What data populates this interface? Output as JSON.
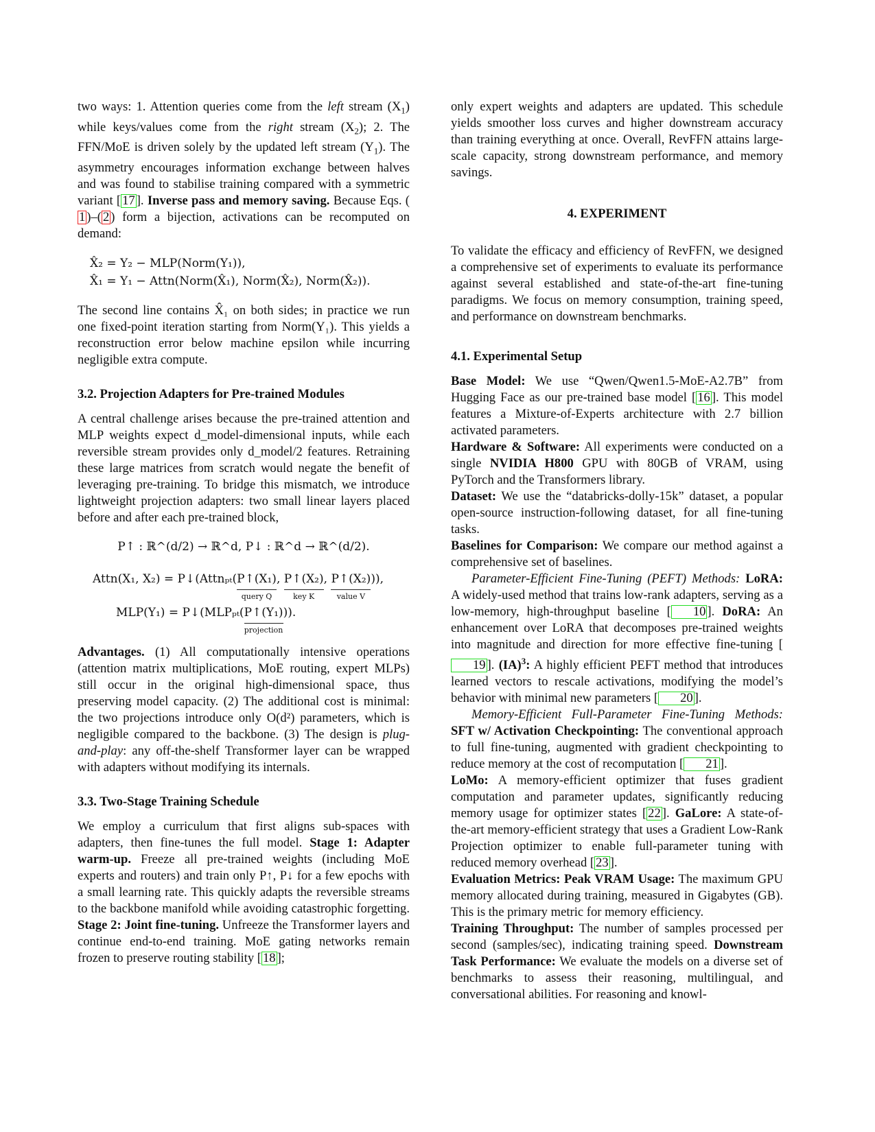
{
  "left_column": {
    "p1_a": "two ways: 1. Attention queries come from the ",
    "p1_left": "left",
    "p1_b": " stream (X",
    "p1_c": ") while keys/values come from the ",
    "p1_right": "right",
    "p1_d": " stream (X",
    "p1_e": "); 2. The FFN/MoE is driven solely by the updated left stream (Y",
    "p1_f": "). The asymmetry encourages information exchange between halves and was found to stabilise training compared with a symmetric variant [",
    "p1_cite": "17",
    "p1_g": "]. ",
    "p1_bold": "Inverse pass and memory saving.",
    "p1_h": " Because Eqs. (",
    "p1_eq1": "1",
    "p1_i": ")–(",
    "p1_eq2": "2",
    "p1_j": ") form a bijection, activations can be recomputed on demand:",
    "eq_line1": "X̂₂ = Y₂ − MLP(Norm(Y₁)),",
    "eq_line2": "X̂₁ = Y₁ − Attn(Norm(X̂₁), Norm(X̂₂), Norm(X̂₂)).",
    "p2": "The second line contains X̂₁ on both sides; in practice we run one fixed-point iteration starting from Norm(Y₁). This yields a reconstruction error below machine epsilon while incurring negligible extra compute.",
    "sec_3_2": "3.2.  Projection Adapters for Pre-trained Modules",
    "p3": "A central challenge arises because the pre-trained attention and MLP weights expect d_model-dimensional inputs, while each reversible stream provides only d_model/2 features. Retraining these large matrices from scratch would negate the benefit of leveraging pre-training. To bridge this mismatch, we introduce lightweight projection adapters: two small linear layers placed before and after each pre-trained block,",
    "eq_proj": "P↑ : ℝ^(d/2) → ℝ^d,        P↓ : ℝ^d → ℝ^(d/2).",
    "eq_attn_lhs": "Attn(X₁, X₂) = P↓(Attnₚₜ(",
    "eq_attn_q": "P↑(X₁)",
    "eq_attn_q_label": "query Q",
    "eq_attn_k": "P↑(X₂)",
    "eq_attn_k_label": "key K",
    "eq_attn_v": "P↑(X₂)",
    "eq_attn_v_label": "value V",
    "eq_attn_end": ")),",
    "eq_mlp_lhs": "MLP(Y₁) = P↓(MLPₚₜ(",
    "eq_mlp_arg": "P↑(Y₁)",
    "eq_mlp_label": "projection",
    "eq_mlp_end": ")).",
    "p4_bold": "Advantages.",
    "p4_a": " (1) All computationally intensive operations (attention matrix multiplications, MoE routing, expert MLPs) still occur in the original high-dimensional space, thus preserving model capacity. (2) The additional cost is minimal: the two projections introduce only O(d²) parameters, which is negligible compared to the backbone. (3) The design is ",
    "p4_italic": "plug-and-play",
    "p4_b": ": any off-the-shelf Transformer layer can be wrapped with adapters without modifying its internals.",
    "sec_3_3": "3.3.  Two-Stage Training Schedule",
    "p5_a": "We employ a curriculum that first aligns sub-spaces with adapters, then fine-tunes the full model. ",
    "p5_bold1": "Stage 1: Adapter warm-up.",
    "p5_b": " Freeze all pre-trained weights (including MoE experts and routers) and train only P↑, P↓ for a few epochs with a small learning rate. This quickly adapts the reversible streams to the backbone manifold while avoiding catastrophic forgetting. ",
    "p5_bold2": "Stage 2: Joint fine-tuning.",
    "p5_c": " Unfreeze the Transformer layers and continue end-to-end training. MoE gating networks remain frozen to preserve routing stability [",
    "p5_cite": "18",
    "p5_d": "];"
  },
  "right_column": {
    "p1": "only expert weights and adapters are updated. This schedule yields smoother loss curves and higher downstream accuracy than training everything at once. Overall, RevFFN attains large-scale capacity, strong downstream performance, and memory savings.",
    "sec_4": "4.  EXPERIMENT",
    "p2": "To validate the efficacy and efficiency of RevFFN, we designed a comprehensive set of experiments to evaluate its performance against several established and state-of-the-art fine-tuning paradigms. We focus on memory consumption, training speed, and performance on downstream benchmarks.",
    "sec_4_1": "4.1.  Experimental Setup",
    "base_bold": "Base Model:",
    "base_a": " We use “Qwen/Qwen1.5-MoE-A2.7B” from Hugging Face as our pre-trained base model [",
    "base_cite": "16",
    "base_b": "]. This model features a Mixture-of-Experts architecture with 2.7 billion activated parameters.",
    "hw_bold": "Hardware & Software:",
    "hw_a": " All experiments were conducted on a single ",
    "hw_gpu": "NVIDIA H800",
    "hw_b": " GPU with 80GB of VRAM, using PyTorch and the Transformers library.",
    "ds_bold": "Dataset:",
    "ds_a": " We use the “databricks-dolly-15k” dataset, a popular open-source instruction-following dataset, for all fine-tuning tasks.",
    "bl_bold": "Baselines for Comparison:",
    "bl_a": " We compare our method against a comprehensive set of baselines.",
    "peft_italic": "Parameter-Efficient Fine-Tuning (PEFT) Methods:",
    "lora_bold": " LoRA:",
    "lora_a": " A widely-used method that trains low-rank adapters, serving as a low-memory, high-throughput baseline [",
    "lora_cite": "10",
    "lora_b": "]. ",
    "dora_bold": "DoRA:",
    "dora_a": " An enhancement over LoRA that decomposes pre-trained weights into magnitude and direction for more effective fine-tuning [",
    "dora_cite": "19",
    "dora_b": "]. ",
    "ia3_bold": "(IA)",
    "ia3_sup": "3",
    "ia3_colon": ":",
    "ia3_a": " A highly efficient PEFT method that introduces learned vectors to rescale activations, modifying the model’s behavior with minimal new parameters [",
    "ia3_cite": "20",
    "ia3_b": "].",
    "mem_italic": "Memory-Efficient Full-Parameter Fine-Tuning Methods:",
    "sft_bold": "SFT w/ Activation Checkpointing:",
    "sft_a": " The conventional approach to full fine-tuning, augmented with gradient checkpointing to reduce memory at the cost of recomputation [",
    "sft_cite": "21",
    "sft_b": "].",
    "lomo_bold": "LoMo:",
    "lomo_a": " A memory-efficient optimizer that fuses gradient computation and parameter updates, significantly reducing memory usage for optimizer states [",
    "lomo_cite": "22",
    "lomo_b": "]. ",
    "galore_bold": "GaLore:",
    "galore_a": " A state-of-the-art memory-efficient strategy that uses a Gradient Low-Rank Projection optimizer to enable full-parameter tuning with reduced memory overhead [",
    "galore_cite": "23",
    "galore_b": "].",
    "eval_bold": "Evaluation Metrics: Peak VRAM Usage:",
    "eval_a": " The maximum GPU memory allocated during training, measured in Gigabytes (GB). This is the primary metric for memory efficiency.",
    "tp_bold": "Training Throughput:",
    "tp_a": " The number of samples processed per second (samples/sec), indicating training speed. ",
    "ds2_bold": "Downstream Task Performance:",
    "ds2_a": " We evaluate the models on a diverse set of benchmarks to assess their reasoning, multilingual, and conversational abilities. For reasoning and knowl-"
  },
  "colors": {
    "citation_box": "#22dd22",
    "equation_ref_box": "#ee2222",
    "text": "#111111"
  }
}
